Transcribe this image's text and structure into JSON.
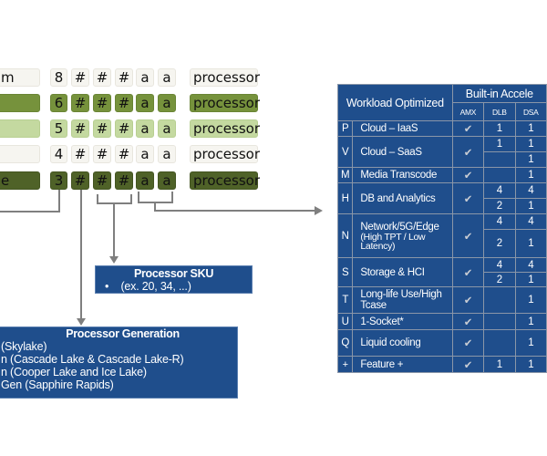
{
  "naming_rows": [
    {
      "label": "m",
      "digits": [
        "8",
        "#",
        "#",
        "#",
        "a",
        "a"
      ],
      "suffix": "processor",
      "color": "#f6f5f0"
    },
    {
      "label": "",
      "digits": [
        "6",
        "#",
        "#",
        "#",
        "a",
        "a"
      ],
      "suffix": "processor",
      "color": "#76923c"
    },
    {
      "label": "",
      "digits": [
        "5",
        "#",
        "#",
        "#",
        "a",
        "a"
      ],
      "suffix": "processor",
      "color": "#c4d9a0"
    },
    {
      "label": "",
      "digits": [
        "4",
        "#",
        "#",
        "#",
        "a",
        "a"
      ],
      "suffix": "processor",
      "color": "#f6f5f0"
    },
    {
      "label": "e",
      "digits": [
        "3",
        "#",
        "#",
        "#",
        "a",
        "a"
      ],
      "suffix": "processor",
      "color": "#4f6228"
    }
  ],
  "sku_box": {
    "title": "Processor SKU",
    "bullet": "•",
    "example": "(ex. 20, 34, ...)"
  },
  "generation_box": {
    "title": "Processor Generation",
    "lines": [
      "(Skylake)",
      "n (Cascade Lake & Cascade Lake-R)",
      "n (Cooper Lake and Ice Lake)",
      "Gen (Sapphire Rapids)"
    ]
  },
  "workload_table": {
    "title": "Workload Optimized",
    "group_header": "Built-in Accele",
    "columns": [
      "AMX",
      "DLB",
      "DSA"
    ],
    "check_symbol": "✔",
    "rows": [
      {
        "letter": "P",
        "name": "Cloud – IaaS",
        "amx": true,
        "dlb": [
          "1"
        ],
        "dsa": [
          "1"
        ]
      },
      {
        "letter": "V",
        "name": "Cloud – SaaS",
        "amx": true,
        "dlb": [
          "1",
          ""
        ],
        "dsa": [
          "1",
          "1"
        ]
      },
      {
        "letter": "M",
        "name": "Media Transcode",
        "amx": true,
        "dlb": [
          ""
        ],
        "dsa": [
          "1"
        ]
      },
      {
        "letter": "H",
        "name": "DB and Analytics",
        "amx": true,
        "dlb": [
          "4",
          "2"
        ],
        "dsa": [
          "4",
          "1"
        ]
      },
      {
        "letter": "N",
        "name": "Network/5G/Edge",
        "sub": "(High TPT / Low Latency)",
        "amx": true,
        "dlb": [
          "4",
          "2"
        ],
        "dsa": [
          "4",
          "1"
        ]
      },
      {
        "letter": "S",
        "name": "Storage & HCI",
        "amx": true,
        "dlb": [
          "4",
          "2"
        ],
        "dsa": [
          "4",
          "1"
        ]
      },
      {
        "letter": "T",
        "name": "Long-life Use/High Tcase",
        "amx": true,
        "dlb": [
          ""
        ],
        "dsa": [
          "1"
        ]
      },
      {
        "letter": "U",
        "name": "1-Socket*",
        "amx": true,
        "dlb": [
          ""
        ],
        "dsa": [
          "1"
        ]
      },
      {
        "letter": "Q",
        "name": "Liquid cooling",
        "amx": true,
        "dlb": [
          ""
        ],
        "dsa": [
          "1"
        ]
      },
      {
        "letter": "+",
        "name": "Feature +",
        "amx": true,
        "dlb": [
          "1"
        ],
        "dsa": [
          "1"
        ]
      }
    ]
  }
}
